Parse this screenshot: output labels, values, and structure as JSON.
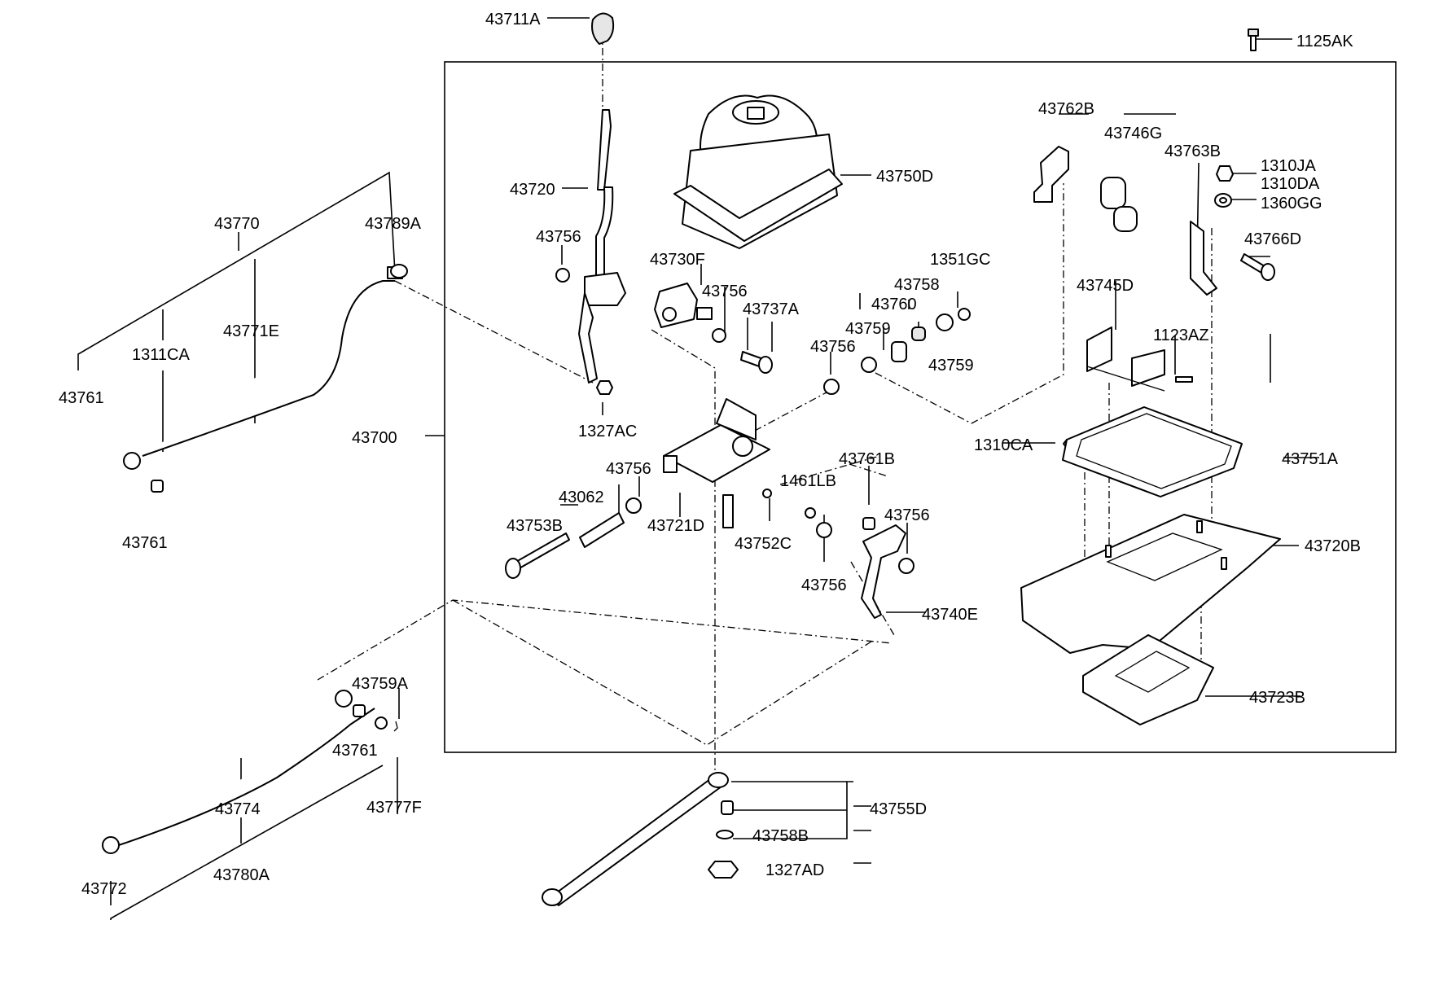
{
  "labels": {
    "p43711A": "43711A",
    "p1125AK": "1125AK",
    "p43720": "43720",
    "p43750D": "43750D",
    "p43762B": "43762B",
    "p43746G": "43746G",
    "p43763B": "43763B",
    "p1310JA": "1310JA",
    "p1310DA": "1310DA",
    "p1360GG": "1360GG",
    "p43766D": "43766D",
    "p43770": "43770",
    "p43789A": "43789A",
    "p43756_a": "43756",
    "p43730F": "43730F",
    "p43756_b": "43756",
    "p43737A": "43737A",
    "p1351GC": "1351GC",
    "p43758": "43758",
    "p43760": "43760",
    "p43759_a": "43759",
    "p43759_b": "43759",
    "p43756_c": "43756",
    "p43745D": "43745D",
    "p1123AZ": "1123AZ",
    "p1311CA": "1311CA",
    "p43771E": "43771E",
    "p43761_a": "43761",
    "p1327AC": "1327AC",
    "p43700": "43700",
    "p1310CA": "1310CA",
    "p43751A": "43751A",
    "p43761_b": "43761",
    "p43756_d": "43756",
    "p43062": "43062",
    "p43761B": "43761B",
    "p1461LB": "1461LB",
    "p43756_e": "43756",
    "p43753B": "43753B",
    "p43721D": "43721D",
    "p43752C": "43752C",
    "p43720B": "43720B",
    "p43756_f": "43756",
    "p43740E": "43740E",
    "p43759A": "43759A",
    "p43761_c": "43761",
    "p43723B": "43723B",
    "p43777F": "43777F",
    "p43774": "43774",
    "p43755D": "43755D",
    "p43758B": "43758B",
    "p43780A": "43780A",
    "p1327AD": "1327AD",
    "p43772": "43772"
  }
}
